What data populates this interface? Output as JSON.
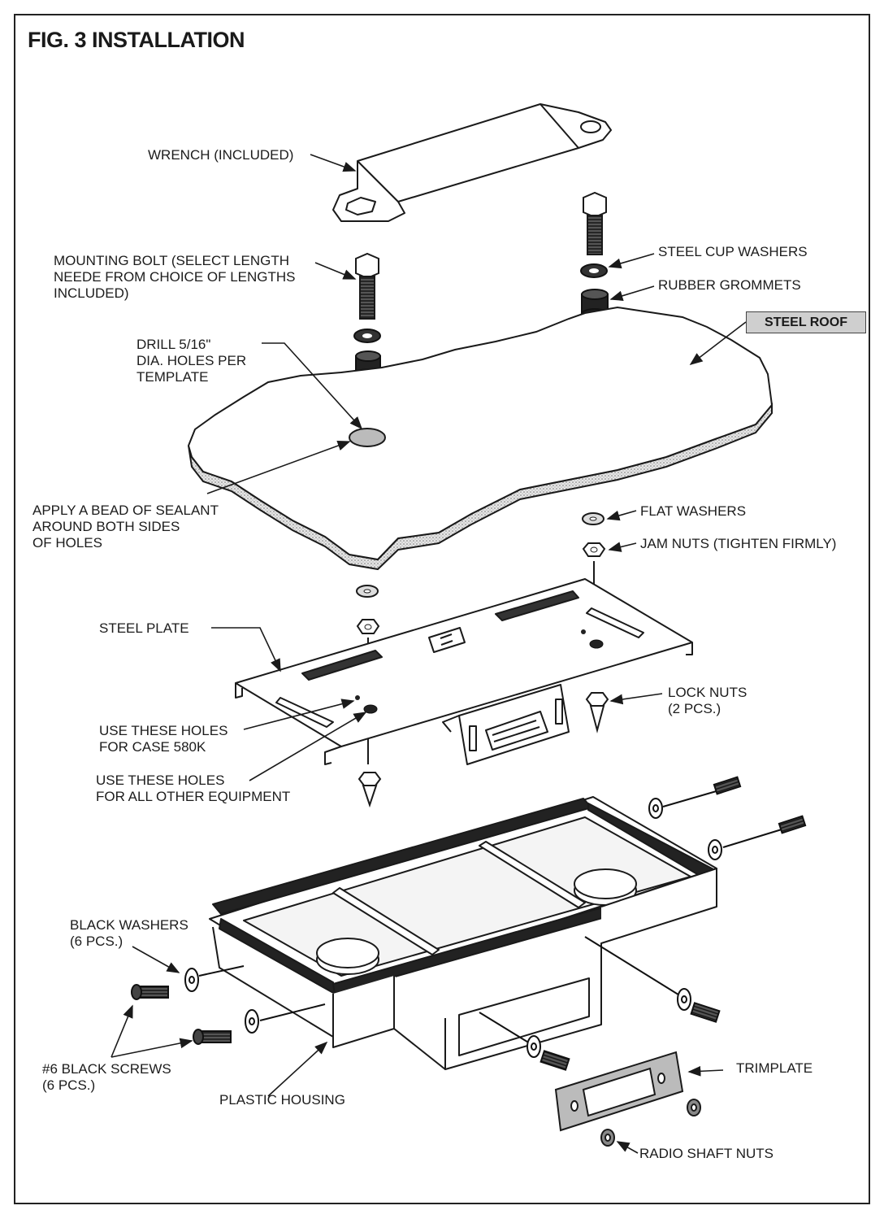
{
  "title": "FIG. 3 INSTALLATION",
  "labels": {
    "wrench": "WRENCH (INCLUDED)",
    "mounting_bolt": "MOUNTING BOLT (SELECT LENGTH\nNEEDE FROM CHOICE OF LENGTHS\nINCLUDED)",
    "steel_cup_washers": "STEEL CUP WASHERS",
    "rubber_grommets": "RUBBER GROMMETS",
    "steel_roof": "STEEL ROOF",
    "drill": "DRILL 5/16\"\nDIA. HOLES PER\nTEMPLATE",
    "sealant": "APPLY A BEAD OF SEALANT\nAROUND BOTH SIDES\nOF HOLES",
    "flat_washers": "FLAT WASHERS",
    "jam_nuts": "JAM NUTS (TIGHTEN FIRMLY)",
    "steel_plate": "STEEL PLATE",
    "lock_nuts": "LOCK NUTS\n(2 PCS.)",
    "holes_580k": "USE THESE HOLES\nFOR CASE 580K",
    "holes_other": "USE THESE HOLES\nFOR ALL OTHER EQUIPMENT",
    "black_washers": "BLACK WASHERS\n(6 PCS.)",
    "black_screws": "#6 BLACK SCREWS\n(6 PCS.)",
    "plastic_housing": "PLASTIC HOUSING",
    "trimplate": "TRIMPLATE",
    "radio_shaft_nuts": "RADIO SHAFT NUTS"
  }
}
